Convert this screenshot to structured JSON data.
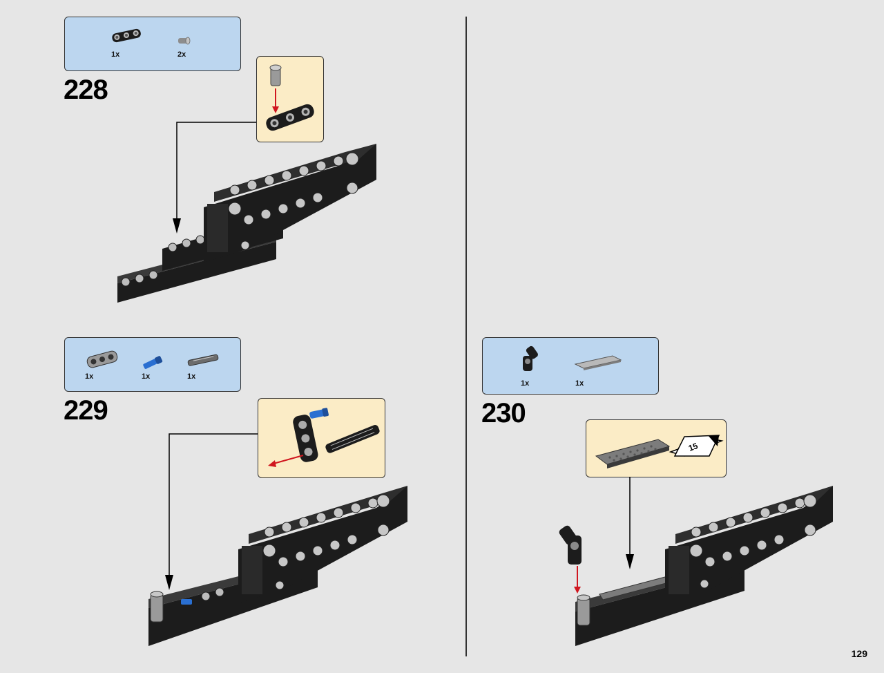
{
  "page_number": "129",
  "steps": [
    {
      "number": "228",
      "parts": [
        {
          "name": "thick-beam-3",
          "qty": "1x"
        },
        {
          "name": "friction-pin",
          "qty": "2x"
        }
      ]
    },
    {
      "number": "229",
      "parts": [
        {
          "name": "perpendicular-connector",
          "qty": "1x"
        },
        {
          "name": "blue-axle-pin",
          "qty": "1x"
        },
        {
          "name": "axle-connector",
          "qty": "1x"
        }
      ]
    },
    {
      "number": "230",
      "parts": [
        {
          "name": "angle-connector",
          "qty": "1x"
        },
        {
          "name": "gray-tile",
          "qty": "1x"
        }
      ],
      "sticker_number": "15"
    }
  ],
  "colors": {
    "parts_box": "#bcd6ef",
    "callout_box": "#fbecc6",
    "background": "#e6e6e6",
    "arrow_red": "#d0161f",
    "brick_black": "#1c1c1c",
    "brick_gray": "#9a9a9a",
    "pin_blue": "#2a6fd1"
  }
}
